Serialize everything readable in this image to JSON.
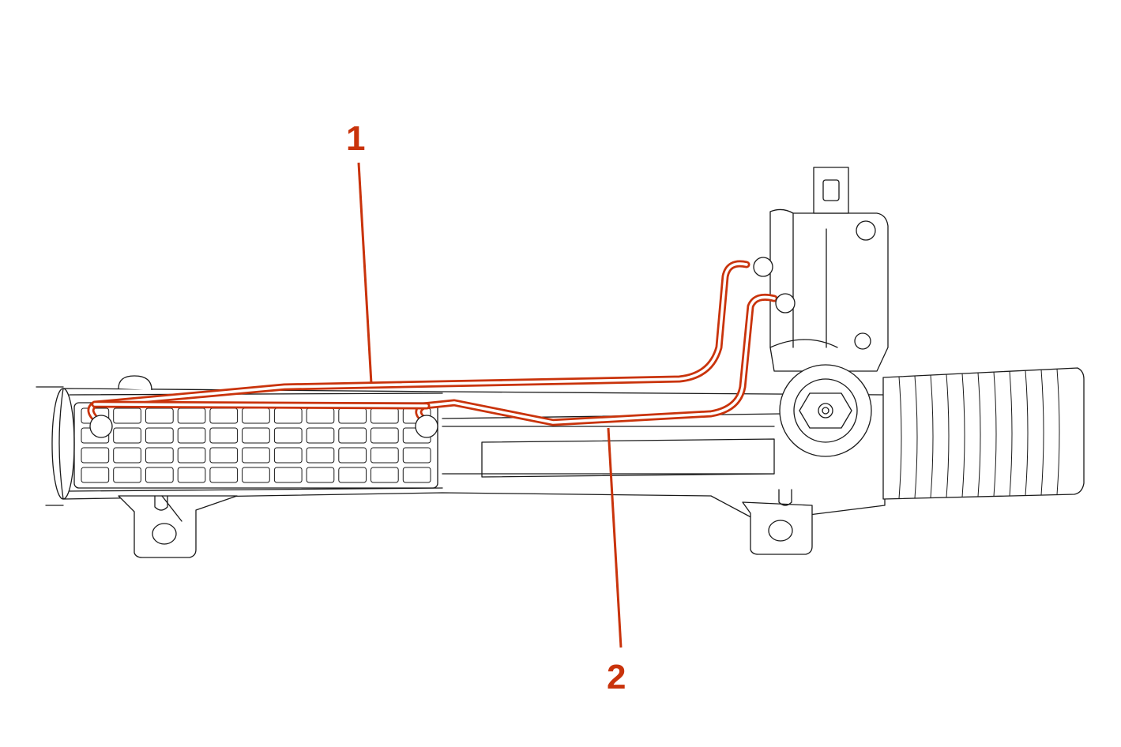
{
  "diagram": {
    "accent_color": "#c9330b",
    "callouts": [
      {
        "id": "1",
        "label": "1"
      },
      {
        "id": "2",
        "label": "2"
      }
    ]
  }
}
